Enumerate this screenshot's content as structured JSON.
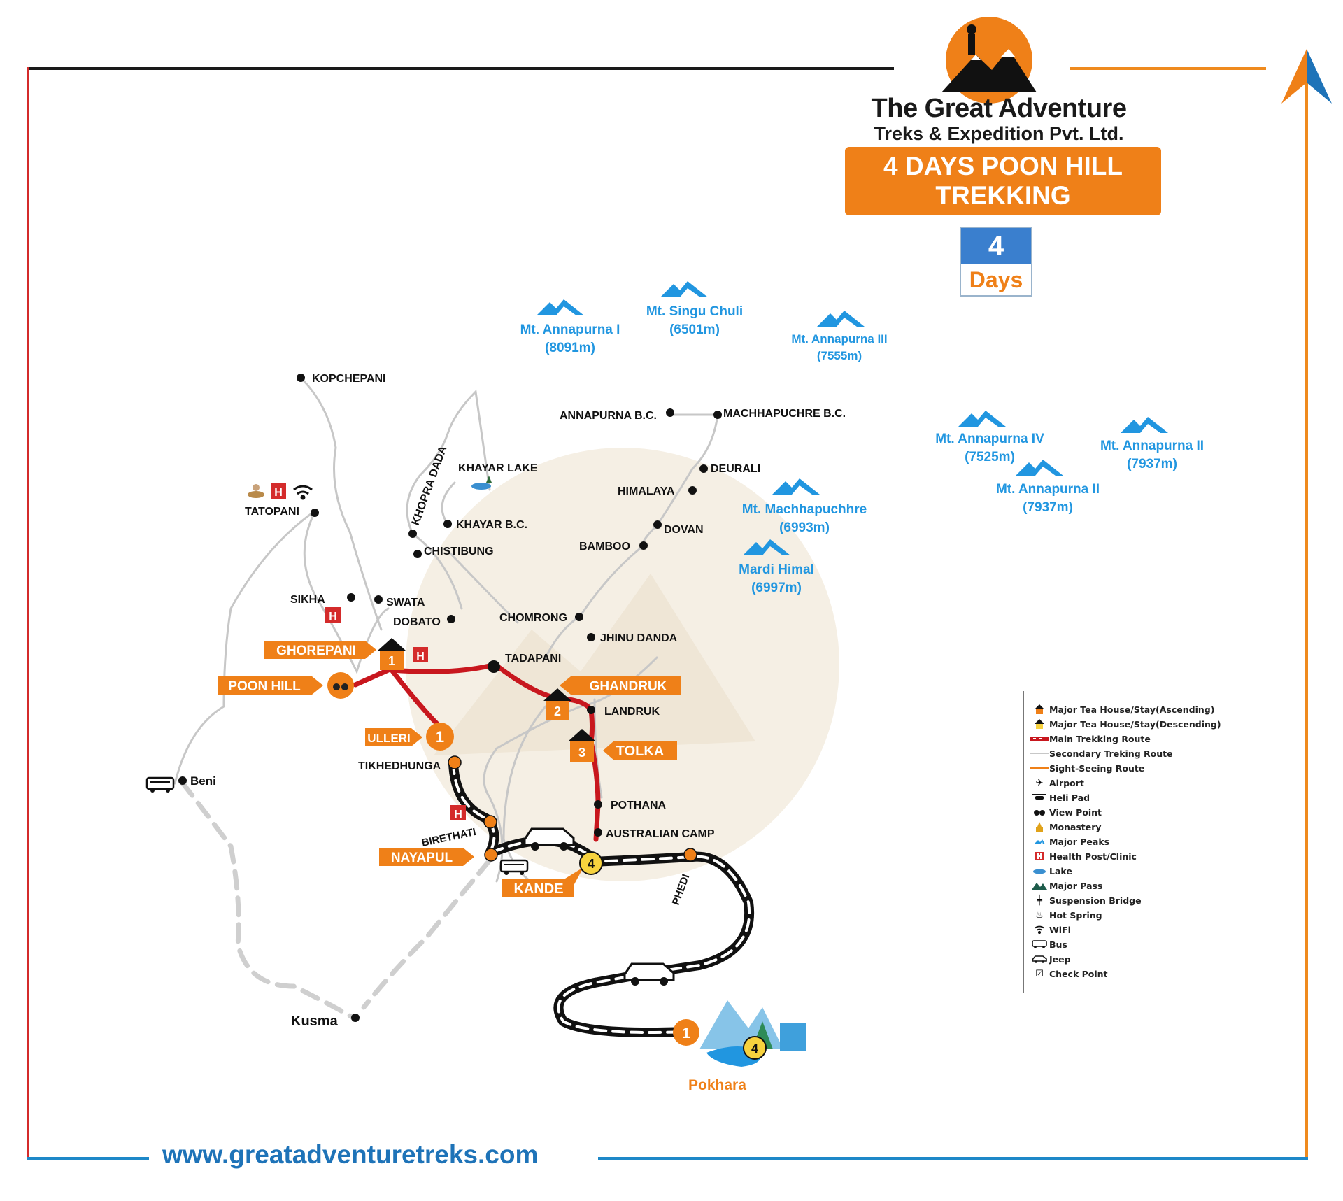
{
  "brand": {
    "name_line1": "The Great Adventure",
    "name_line2": "Treks & Expedition Pvt. Ltd."
  },
  "title": {
    "line1": "4 DAYS POON HILL",
    "line2": "TREKKING"
  },
  "duration": {
    "number": "4",
    "unit": "Days"
  },
  "website": "www.greatadventuretreks.com",
  "colors": {
    "main_route": "#c8171e",
    "secondary_route": "#c7c7c7",
    "road": "#111111",
    "accent_orange": "#ef8018",
    "peak_blue": "#2196e0"
  },
  "peaks": [
    {
      "name": "Mt. Annapurna I",
      "elevation": "(8091m)"
    },
    {
      "name": "Mt. Singu Chuli",
      "elevation": "(6501m)"
    },
    {
      "name": "Mt. Annapurna III",
      "elevation": "(7555m)"
    },
    {
      "name": "Mt. Annapurna IV",
      "elevation": "(7525m)"
    },
    {
      "name": "Mt. Annapurna II",
      "elevation": "(7937m)"
    },
    {
      "name": "Mt. Annapurna II",
      "elevation": "(7937m)"
    },
    {
      "name": "Mt. Machhapuchhre",
      "elevation": "(6993m)"
    },
    {
      "name": "Mardi Himal",
      "elevation": "(6997m)"
    }
  ],
  "places": {
    "kopchepani": "KOPCHEPANI",
    "annapurna_bc": "ANNAPURNA B.C.",
    "machhapuchre_bc": "MACHHAPUCHRE B.C.",
    "deurali": "DEURALI",
    "khayar_lake": "KHAYAR LAKE",
    "khopra_dada": "KHOPRA DADA",
    "himalaya": "HIMALAYA",
    "tatopani": "TATOPANI",
    "khayar_bc": "KHAYAR B.C.",
    "dovan": "DOVAN",
    "chistibung": "CHISTIBUNG",
    "bamboo": "BAMBOO",
    "sikha": "SIKHA",
    "swata": "SWATA",
    "dobato": "DOBATO",
    "chomrong": "CHOMRONG",
    "jhinu_danda": "JHINU DANDA",
    "tadapani": "TADAPANI",
    "landruk": "LANDRUK",
    "tikhedhunga": "TIKHEDHUNGA",
    "beni": "Beni",
    "pothana": "POTHANA",
    "birethati": "BIRETHATI",
    "australian_camp": "AUSTRALIAN CAMP",
    "phedi": "PHEDI",
    "kusma": "Kusma",
    "pokhara": "Pokhara"
  },
  "stops": {
    "ghorepani": "GHOREPANI",
    "poon_hill": "POON HILL",
    "ghandruk": "GHANDRUK",
    "ulleri": "ULLERI",
    "tolka": "TOLKA",
    "nayapul": "NAYAPUL",
    "kande": "KANDE"
  },
  "day_markers": {
    "ghorepani": "1",
    "ulleri": "1",
    "ghandruk": "2",
    "tolka": "3",
    "kande": "4",
    "pokhara_start": "1",
    "pokhara_end": "4"
  },
  "health_post_glyph": "H",
  "legend": [
    {
      "icon": "house-ascending-icon",
      "label": "Major Tea House/Stay(Ascending)"
    },
    {
      "icon": "house-descending-icon",
      "label": "Major Tea House/Stay(Descending)"
    },
    {
      "icon": "main-route-icon",
      "label": "Main Trekking Route"
    },
    {
      "icon": "secondary-route-icon",
      "label": "Secondary Treking Route"
    },
    {
      "icon": "sightseeing-route-icon",
      "label": "Sight-Seeing Route"
    },
    {
      "icon": "airport-icon",
      "label": "Airport"
    },
    {
      "icon": "helipad-icon",
      "label": "Heli Pad"
    },
    {
      "icon": "viewpoint-icon",
      "label": "View Point"
    },
    {
      "icon": "monastery-icon",
      "label": "Monastery"
    },
    {
      "icon": "peak-icon",
      "label": "Major Peaks"
    },
    {
      "icon": "health-post-icon",
      "label": "Health Post/Clinic"
    },
    {
      "icon": "lake-icon",
      "label": "Lake"
    },
    {
      "icon": "pass-icon",
      "label": "Major Pass"
    },
    {
      "icon": "bridge-icon",
      "label": "Suspension Bridge"
    },
    {
      "icon": "hot-spring-icon",
      "label": "Hot Spring"
    },
    {
      "icon": "wifi-icon",
      "label": "WiFi"
    },
    {
      "icon": "bus-icon",
      "label": "Bus"
    },
    {
      "icon": "jeep-icon",
      "label": "Jeep"
    },
    {
      "icon": "checkpoint-icon",
      "label": "Check Point"
    }
  ]
}
